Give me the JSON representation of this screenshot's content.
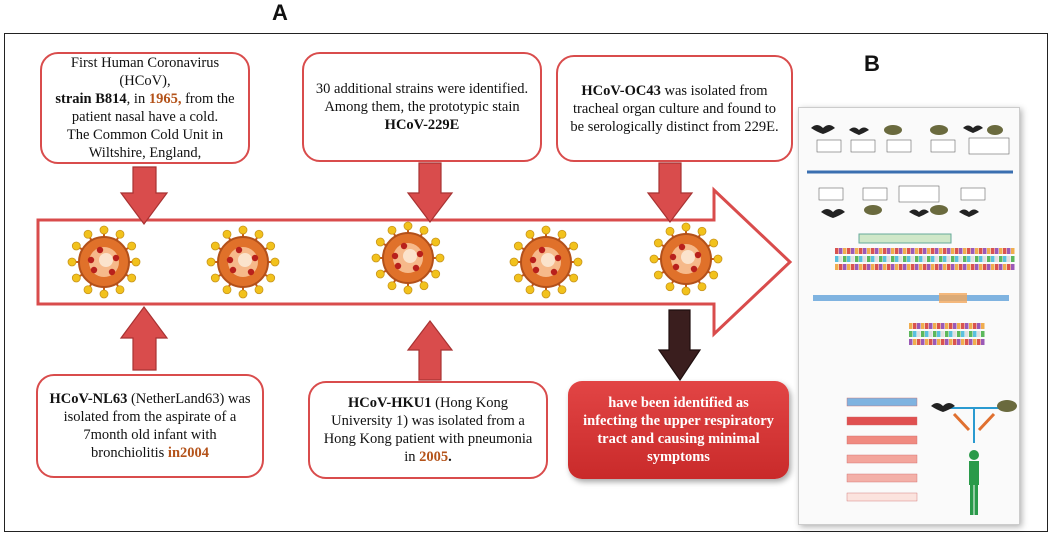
{
  "labels": {
    "panel_a": "A",
    "panel_b": "B"
  },
  "colors": {
    "accent": "#d94c4c",
    "highlight": "#b4531a",
    "dark_arrow": "#3a1e1e"
  },
  "top_boxes": [
    {
      "id": "hcov-b814",
      "line1": "First Human Coronavirus (HCoV),",
      "strain": "strain B814",
      "mid": ", in ",
      "year": "1965,",
      "line2": " from the patient nasal  have a cold.",
      "line3": "The Common Cold Unit in Wiltshire, England,"
    },
    {
      "id": "hcov-229e",
      "text": "30 additional strains were identified. Among them, the prototypic stain ",
      "strain": "HCoV-229E"
    },
    {
      "id": "hcov-oc43",
      "strain": "HCoV-OC43",
      "text": " was isolated  from tracheal organ culture and found to be serologically distinct from 229E."
    }
  ],
  "bottom_boxes": [
    {
      "id": "hcov-nl63",
      "strain": "HCoV-NL63",
      "text": " (NetherLand63) was isolated from the aspirate of a 7month old infant with bronchiolitis ",
      "year": "in2004"
    },
    {
      "id": "hcov-hku1",
      "strain": "HCoV-HKU1",
      "text": " (Hong Kong University 1) was isolated from a Hong Kong patient with pneumonia in ",
      "year": "2005",
      "end": "."
    }
  ],
  "summary_box": "have been identified as infecting the upper respiratory tract and causing minimal symptoms",
  "icons": [
    "virus-icon",
    "bat-icon",
    "pangolin-icon",
    "human-icon"
  ]
}
